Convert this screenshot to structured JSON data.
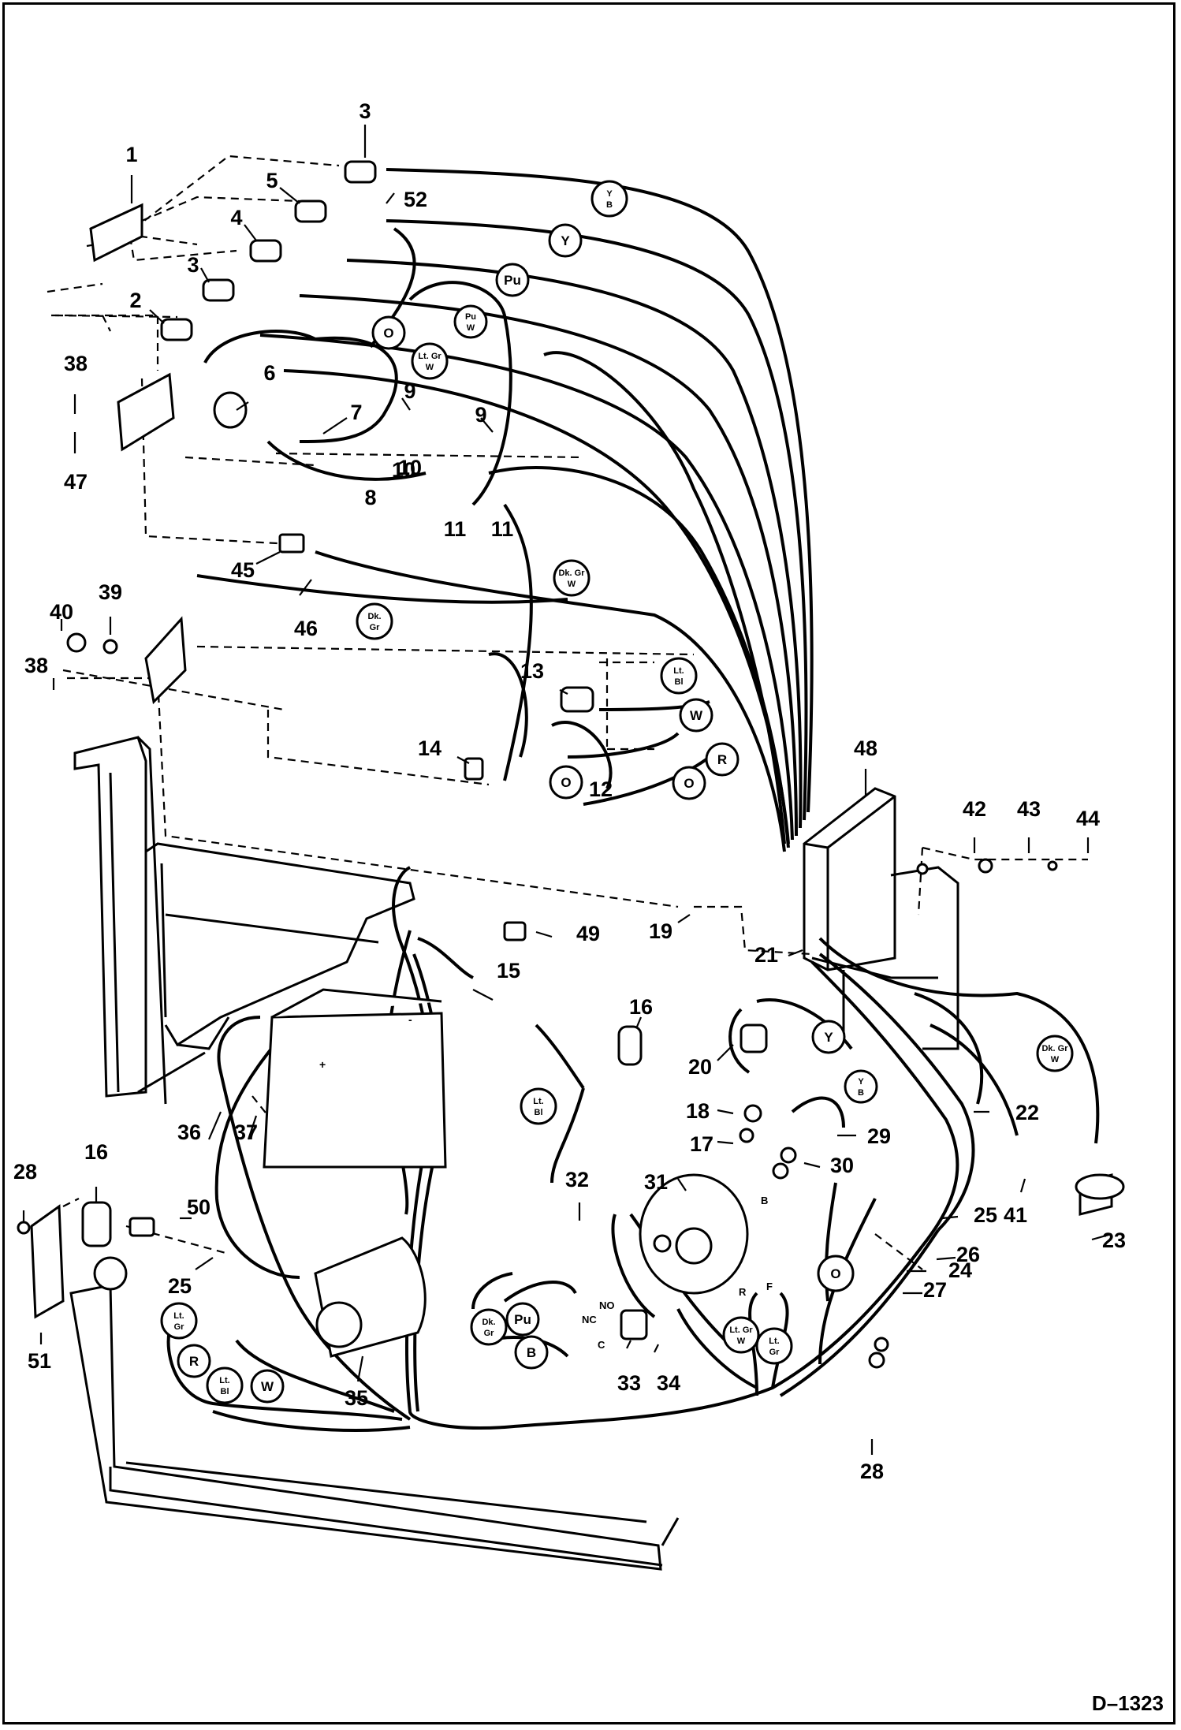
{
  "diagram": {
    "document_id": "D–1323",
    "part_numbers": [
      "1",
      "2",
      "3",
      "3",
      "4",
      "5",
      "52",
      "6",
      "7",
      "8",
      "9",
      "9",
      "10",
      "10",
      "11",
      "11",
      "38",
      "47",
      "45",
      "46",
      "40",
      "39",
      "38",
      "13",
      "14",
      "12",
      "48",
      "42",
      "43",
      "44",
      "19",
      "21",
      "49",
      "15",
      "16",
      "20",
      "18",
      "17",
      "29",
      "30",
      "22",
      "41",
      "23",
      "24",
      "25",
      "26",
      "27",
      "28",
      "31",
      "32",
      "33",
      "34",
      "35",
      "36",
      "37",
      "16",
      "50",
      "25",
      "28",
      "51"
    ],
    "wire_color_tags": [
      "Y B",
      "Y",
      "Pu",
      "Pu W",
      "O",
      "Lt. Gr W",
      "Dk. Gr W",
      "Dk. Gr",
      "Lt. Bl",
      "W",
      "R",
      "O",
      "O",
      "Y",
      "Y B",
      "Dk. Gr W",
      "O",
      "Lt. Gr W",
      "Lt. Gr",
      "Lt. Gr",
      "R",
      "Lt. Bl",
      "W",
      "Dk. Gr",
      "Pu",
      "B",
      "Lt. Bl"
    ],
    "switch_terminal_labels": [
      "NO",
      "NC",
      "C"
    ],
    "alternator_terminal_labels": [
      "B",
      "R",
      "F"
    ],
    "battery_terminal_labels": [
      "+",
      "-"
    ]
  }
}
